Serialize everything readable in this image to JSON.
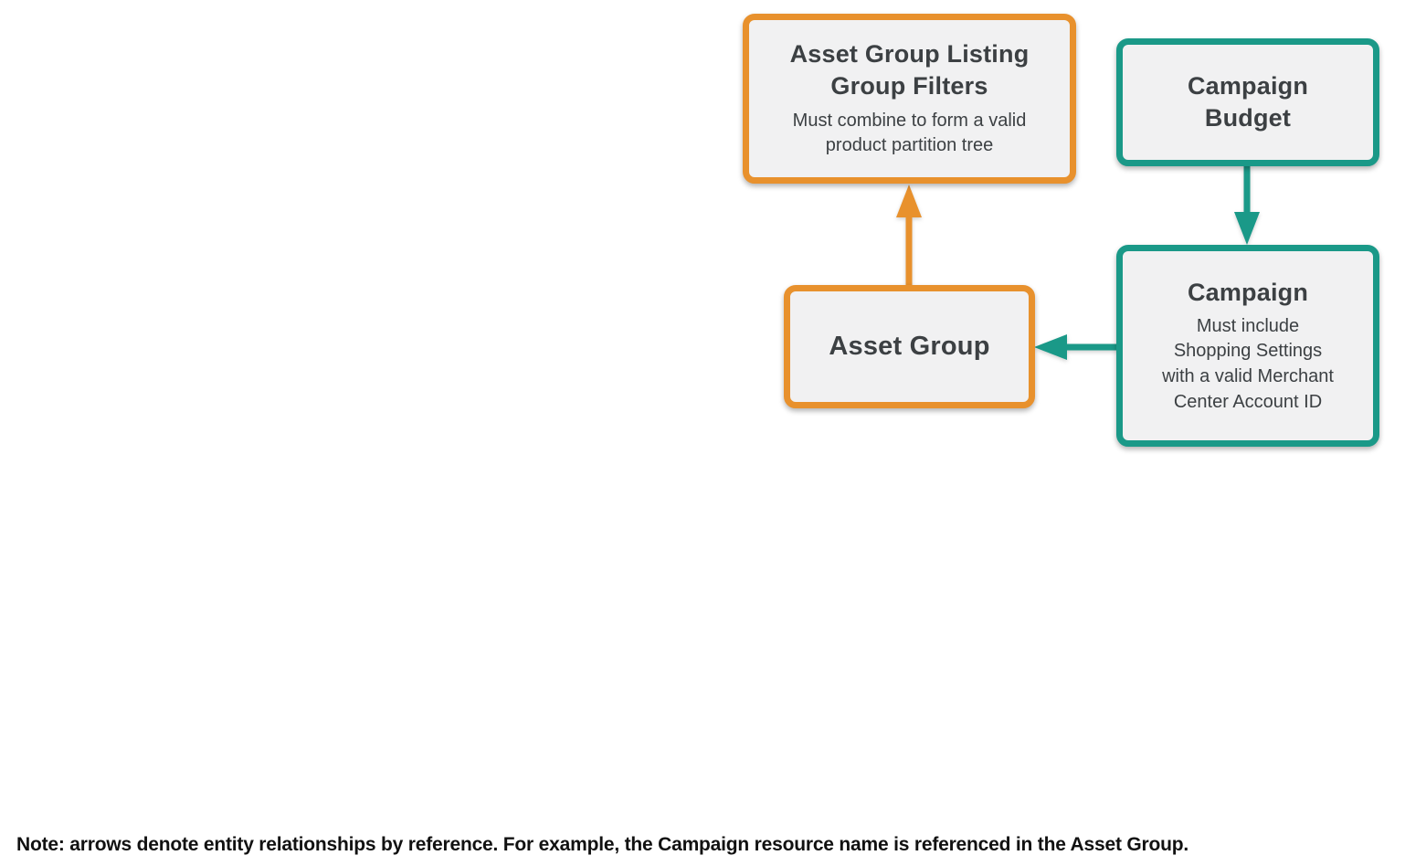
{
  "diagram": {
    "nodes": {
      "asset_group_listing_group_filters": {
        "title": "Asset Group Listing\nGroup Filters",
        "subtitle": "Must combine to form a valid\nproduct partition tree",
        "color_role": "orange"
      },
      "campaign_budget": {
        "title": "Campaign\nBudget",
        "color_role": "teal"
      },
      "asset_group": {
        "title": "Asset Group",
        "color_role": "orange"
      },
      "campaign": {
        "title": "Campaign",
        "subtitle": "Must include\nShopping Settings\nwith a valid Merchant\nCenter Account ID",
        "color_role": "teal"
      }
    },
    "edges": [
      {
        "from": "asset_group",
        "to": "asset_group_listing_group_filters",
        "color_role": "orange",
        "direction": "up"
      },
      {
        "from": "campaign_budget",
        "to": "campaign",
        "color_role": "teal",
        "direction": "down"
      },
      {
        "from": "campaign",
        "to": "asset_group",
        "color_role": "teal",
        "direction": "left"
      }
    ],
    "note": "Note: arrows denote entity relationships by reference. For example, the Campaign resource name is referenced in the Asset Group."
  },
  "colors": {
    "orange": "#E8912D",
    "teal": "#1A9988",
    "box_fill": "#F1F1F2",
    "title_text": "#3C4043",
    "note_text": "#111111"
  }
}
